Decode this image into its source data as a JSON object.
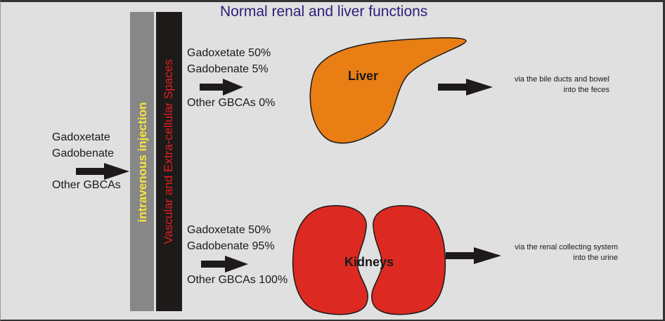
{
  "title": "Normal renal and liver functions",
  "input_agents": [
    "Gadoxetate",
    "Gadobenate",
    "Other GBCAs"
  ],
  "bars": {
    "injection": "intravenous injection",
    "spaces": "Vascular and Extra-cellular Spaces"
  },
  "liver_path": {
    "agents": [
      "Gadoxetate 50%",
      "Gadobenate 5%",
      "Other GBCAs 0%"
    ],
    "organ": "Liver",
    "route": [
      "via the bile ducts and bowel",
      "into the feces"
    ]
  },
  "kidney_path": {
    "agents": [
      "Gadoxetate 50%",
      "Gadobenate 95%",
      "Other GBCAs 100%"
    ],
    "organ": "Kidneys",
    "route": [
      "via the renal collecting system",
      "into the urine"
    ]
  },
  "colors": {
    "liver": "#e87e14",
    "kidney": "#dc2a22",
    "title": "#2a1f7a",
    "injection_text": "#f5e63a",
    "spaces_text": "#e02020"
  }
}
